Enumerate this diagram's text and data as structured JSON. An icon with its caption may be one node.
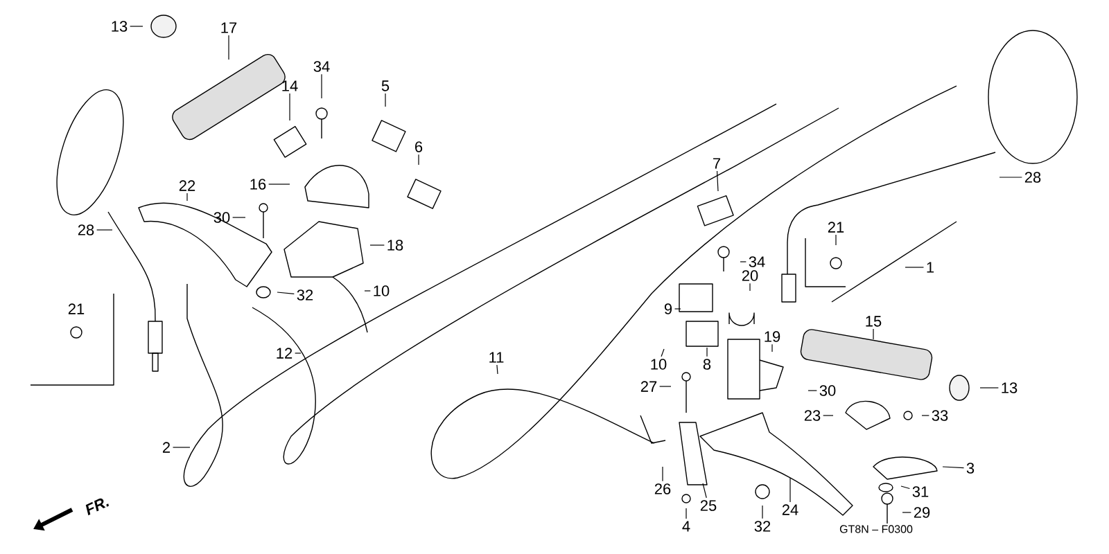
{
  "diagram": {
    "nodes": [
      {
        "text": [
          "13"
        ]
      },
      {
        "text": [
          "17"
        ]
      },
      {
        "text": [
          "34"
        ]
      },
      {
        "text": [
          "5"
        ]
      },
      {
        "text": [
          "14"
        ]
      },
      {
        "text": [
          "6"
        ]
      },
      {
        "text": [
          "28"
        ]
      },
      {
        "text": [
          "22"
        ]
      },
      {
        "text": [
          "16"
        ]
      },
      {
        "text": [
          "30"
        ]
      },
      {
        "text": [
          "18"
        ]
      },
      {
        "text": [
          "32"
        ]
      },
      {
        "text": [
          "10"
        ]
      },
      {
        "text": [
          "12"
        ]
      },
      {
        "text": [
          "11"
        ]
      },
      {
        "text": [
          "2"
        ]
      },
      {
        "text": [
          "7"
        ]
      },
      {
        "text": [
          "28"
        ]
      },
      {
        "text": [
          "34"
        ]
      },
      {
        "text": [
          "21"
        ]
      },
      {
        "text": [
          "1"
        ]
      },
      {
        "text": [
          "20"
        ]
      },
      {
        "text": [
          "9"
        ]
      },
      {
        "text": [
          "19"
        ]
      },
      {
        "text": [
          "15"
        ]
      },
      {
        "text": [
          "10"
        ]
      },
      {
        "text": [
          "8"
        ]
      },
      {
        "text": [
          "27"
        ]
      },
      {
        "text": [
          "30"
        ]
      },
      {
        "text": [
          "23"
        ]
      },
      {
        "text": [
          "33"
        ]
      },
      {
        "text": [
          "13"
        ]
      },
      {
        "text": [
          "3"
        ]
      },
      {
        "text": [
          "26"
        ]
      },
      {
        "text": [
          "25"
        ]
      },
      {
        "text": [
          "31"
        ]
      },
      {
        "text": [
          "29"
        ]
      },
      {
        "text": [
          "4"
        ]
      },
      {
        "text": [
          "32"
        ]
      },
      {
        "text": [
          "24"
        ]
      }
    ],
    "edges": [
      {
        "from": 0,
        "to": null,
        "arrow": "none"
      },
      {
        "from": 1,
        "to": null,
        "arrow": "none"
      },
      {
        "from": 2,
        "to": null,
        "arrow": "none"
      },
      {
        "from": 3,
        "to": null,
        "arrow": "none"
      },
      {
        "from": 4,
        "to": null,
        "arrow": "none"
      },
      {
        "from": 5,
        "to": null,
        "arrow": "none"
      },
      {
        "from": 6,
        "to": null,
        "arrow": "none"
      },
      {
        "from": 7,
        "to": null,
        "arrow": "none"
      },
      {
        "from": 8,
        "to": null,
        "arrow": "none"
      },
      {
        "from": 9,
        "to": null,
        "arrow": "none"
      },
      {
        "from": 10,
        "to": null,
        "arrow": "none"
      },
      {
        "from": 11,
        "to": null,
        "arrow": "none"
      },
      {
        "from": 12,
        "to": null,
        "arrow": "none"
      },
      {
        "from": 13,
        "to": null,
        "arrow": "none"
      },
      {
        "from": 14,
        "to": null,
        "arrow": "none"
      },
      {
        "from": 15,
        "to": null,
        "arrow": "none"
      },
      {
        "from": 16,
        "to": null,
        "arrow": "none"
      },
      {
        "from": 17,
        "to": null,
        "arrow": "none"
      },
      {
        "from": 18,
        "to": null,
        "arrow": "none"
      },
      {
        "from": 19,
        "to": null,
        "arrow": "none"
      },
      {
        "from": 20,
        "to": null,
        "arrow": "none"
      },
      {
        "from": 21,
        "to": null,
        "arrow": "none"
      },
      {
        "from": 22,
        "to": null,
        "arrow": "none"
      },
      {
        "from": 23,
        "to": null,
        "arrow": "none"
      },
      {
        "from": 24,
        "to": null,
        "arrow": "none"
      },
      {
        "from": 25,
        "to": null,
        "arrow": "none"
      },
      {
        "from": 26,
        "to": null,
        "arrow": "none"
      },
      {
        "from": 27,
        "to": null,
        "arrow": "none"
      },
      {
        "from": 28,
        "to": null,
        "arrow": "none"
      },
      {
        "from": 29,
        "to": null,
        "arrow": "none"
      },
      {
        "from": 30,
        "to": null,
        "arrow": "none"
      },
      {
        "from": 31,
        "to": null,
        "arrow": "none"
      },
      {
        "from": 32,
        "to": null,
        "arrow": "none"
      },
      {
        "from": 33,
        "to": null,
        "arrow": "none"
      },
      {
        "from": 34,
        "to": null,
        "arrow": "none"
      },
      {
        "from": 35,
        "to": null,
        "arrow": "none"
      },
      {
        "from": 36,
        "to": null,
        "arrow": "none"
      },
      {
        "from": 37,
        "to": null,
        "arrow": "none"
      },
      {
        "from": 38,
        "to": null,
        "arrow": "none"
      },
      {
        "from": 39,
        "to": null,
        "arrow": "none"
      }
    ],
    "labels": [
      "21",
      "FR.",
      "GT8N – F0300"
    ]
  }
}
